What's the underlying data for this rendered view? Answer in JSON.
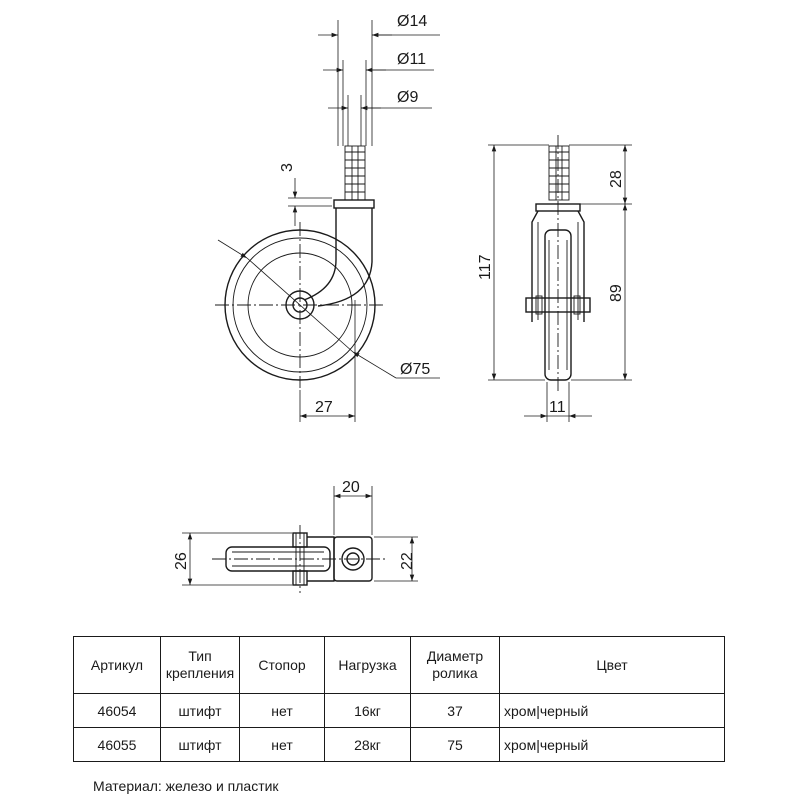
{
  "dimensions": {
    "d14": "Ø14",
    "d11": "Ø11",
    "d9": "Ø9",
    "d75": "Ø75",
    "h3": "3",
    "w27": "27",
    "h117": "117",
    "h28": "28",
    "h89": "89",
    "w11": "11",
    "w20": "20",
    "h26": "26",
    "h22": "22"
  },
  "table": {
    "headers": [
      "Артикул",
      "Тип крепления",
      "Стопор",
      "Нагрузка",
      "Диаметр ролика",
      "Цвет"
    ],
    "rows": [
      [
        "46054",
        "штифт",
        "нет",
        "16кг",
        "37",
        "хром|черный"
      ],
      [
        "46055",
        "штифт",
        "нет",
        "28кг",
        "75",
        "хром|черный"
      ]
    ]
  },
  "note": "Материал: железо и пластик"
}
